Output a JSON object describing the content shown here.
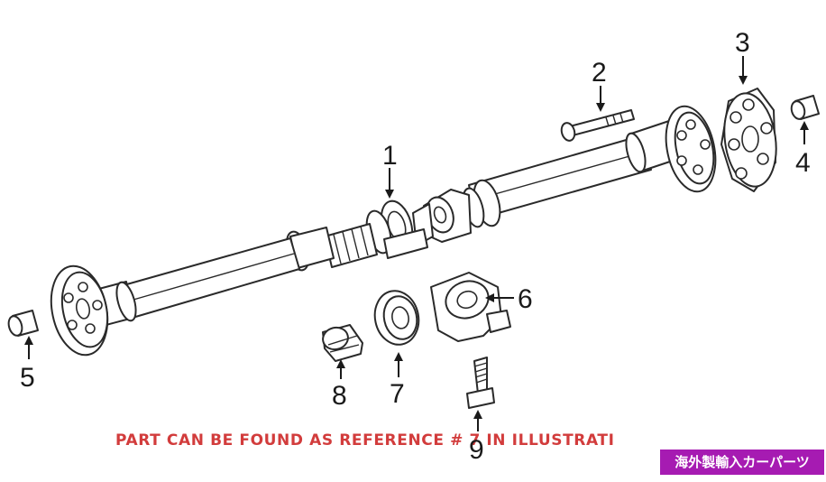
{
  "diagram": {
    "callouts": {
      "c1": "1",
      "c2": "2",
      "c3": "3",
      "c4": "4",
      "c5": "5",
      "c6": "6",
      "c7": "7",
      "c8": "8",
      "c9": "9"
    },
    "note": "PART CAN BE FOUND AS REFERENCE # 7 IN ILLUSTRATI",
    "note_color": "#d23c3c"
  },
  "badge": {
    "label": "海外製輸入カーパーツ",
    "color": "#a61bb2"
  }
}
